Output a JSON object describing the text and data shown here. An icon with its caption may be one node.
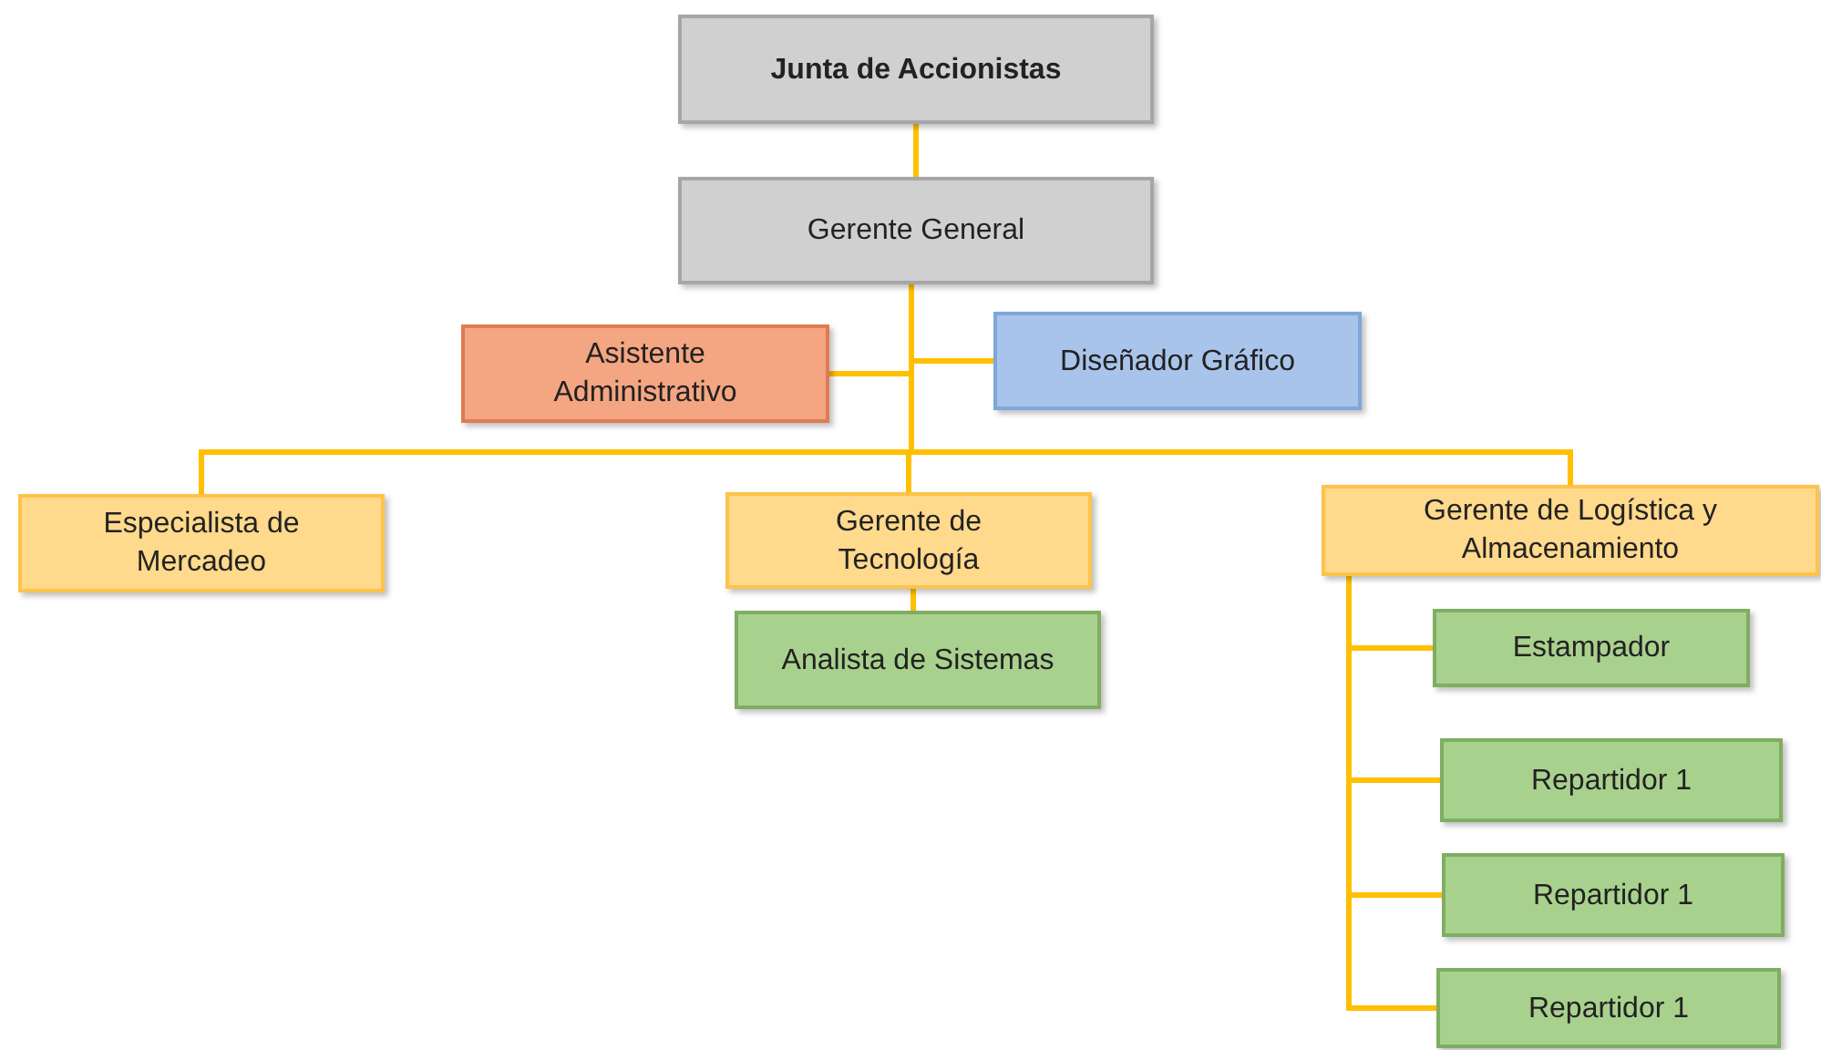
{
  "diagram": {
    "nodes": [
      {
        "text": [
          "Junta de Accionistas"
        ]
      },
      {
        "text": [
          "Gerente General"
        ]
      },
      {
        "text": [
          "Asistente Administrativo"
        ]
      },
      {
        "text": [
          "Diseñador Gráfico"
        ]
      },
      {
        "text": [
          "Especialista de Mercadeo"
        ]
      },
      {
        "text": [
          "Gerente de Tecnología"
        ]
      },
      {
        "text": [
          "Gerente de Logística y Almacenamiento"
        ]
      },
      {
        "text": [
          "Analista de Sistemas"
        ]
      },
      {
        "text": [
          "Estampador"
        ]
      },
      {
        "text": [
          "Repartidor 1"
        ]
      },
      {
        "text": [
          "Repartidor 1"
        ]
      },
      {
        "text": [
          "Repartidor 1"
        ]
      }
    ],
    "edges": [
      {
        "from": 0,
        "to": 1,
        "arrow": "none",
        "color": "#ffc000"
      },
      {
        "from": 1,
        "to": 2,
        "arrow": "none",
        "color": "#ffc000"
      },
      {
        "from": 1,
        "to": 3,
        "arrow": "none",
        "color": "#ffc000"
      },
      {
        "from": 1,
        "to": 4,
        "arrow": "none",
        "color": "#ffc000"
      },
      {
        "from": 1,
        "to": 5,
        "arrow": "none",
        "color": "#ffc000"
      },
      {
        "from": 1,
        "to": 6,
        "arrow": "none",
        "color": "#ffc000"
      },
      {
        "from": 5,
        "to": 7,
        "arrow": "none",
        "color": "#ffc000"
      },
      {
        "from": 6,
        "to": 8,
        "arrow": "none",
        "color": "#ffc000"
      },
      {
        "from": 6,
        "to": 9,
        "arrow": "none",
        "color": "#ffc000"
      },
      {
        "from": 6,
        "to": 10,
        "arrow": "none",
        "color": "#ffc000"
      },
      {
        "from": 6,
        "to": 11,
        "arrow": "none",
        "color": "#ffc000"
      }
    ]
  }
}
